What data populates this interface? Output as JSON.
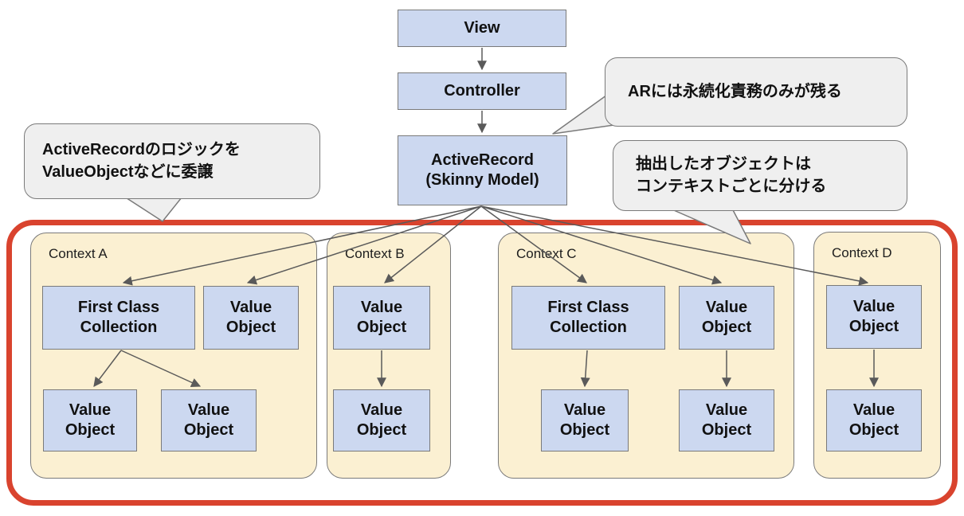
{
  "flow": [
    {
      "label": "View"
    },
    {
      "label": "Controller"
    },
    {
      "label": "ActiveRecord",
      "sublabel": "(Skinny Model)"
    }
  ],
  "callouts": [
    {
      "id": "delegate-logic",
      "lines": [
        "ActiveRecordのロジックを",
        "ValueObjectなどに委譲"
      ]
    },
    {
      "id": "ar-persistence-only",
      "lines": [
        "ARには永続化責務のみが残る"
      ]
    },
    {
      "id": "split-by-context",
      "lines": [
        "抽出したオブジェクトは",
        "コンテキストごとに分ける"
      ]
    }
  ],
  "contexts": [
    {
      "label": "Context A",
      "boxes": [
        {
          "kind": "first-class-collection",
          "lines": [
            "First Class",
            "Collection"
          ]
        },
        {
          "kind": "value-object",
          "lines": [
            "Value",
            "Object"
          ]
        },
        {
          "kind": "value-object",
          "lines": [
            "Value",
            "Object"
          ]
        },
        {
          "kind": "value-object",
          "lines": [
            "Value",
            "Object"
          ]
        }
      ]
    },
    {
      "label": "Context B",
      "boxes": [
        {
          "kind": "value-object",
          "lines": [
            "Value",
            "Object"
          ]
        },
        {
          "kind": "value-object",
          "lines": [
            "Value",
            "Object"
          ]
        }
      ]
    },
    {
      "label": "Context C",
      "boxes": [
        {
          "kind": "first-class-collection",
          "lines": [
            "First Class",
            "Collection"
          ]
        },
        {
          "kind": "value-object",
          "lines": [
            "Value",
            "Object"
          ]
        },
        {
          "kind": "value-object",
          "lines": [
            "Value",
            "Object"
          ]
        },
        {
          "kind": "value-object",
          "lines": [
            "Value",
            "Object"
          ]
        }
      ]
    },
    {
      "label": "Context D",
      "boxes": [
        {
          "kind": "value-object",
          "lines": [
            "Value",
            "Object"
          ]
        },
        {
          "kind": "value-object",
          "lines": [
            "Value",
            "Object"
          ]
        }
      ]
    }
  ],
  "colors": {
    "accent-red": "#d9432e",
    "box-blue": "#ccd8f0",
    "context-cream": "#fbf0d2",
    "callout-gray": "#efefef",
    "border-gray": "#7a7a7a",
    "arrow-gray": "#5a5a5a"
  }
}
